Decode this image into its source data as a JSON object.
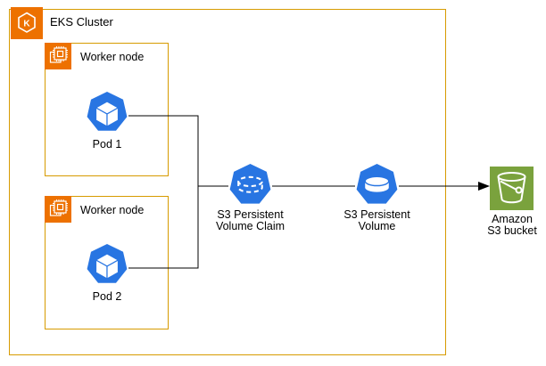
{
  "diagram": {
    "type": "aws-architecture-diagram",
    "colors": {
      "group_border_orange": "#D79B00",
      "icon_orange": "#ED7100",
      "kubernetes_blue": "#2875E2",
      "s3_green": "#7AA23D",
      "connector_black": "#000000",
      "background": "#FFFFFF"
    },
    "nodes": {
      "eks_cluster": {
        "label": "EKS Cluster",
        "icon": "eks-hexagon-k-icon"
      },
      "worker_node_1": {
        "label": "Worker node",
        "icon": "cpu-chip-icon"
      },
      "worker_node_2": {
        "label": "Worker node",
        "icon": "cpu-chip-icon"
      },
      "pod_1": {
        "label": "Pod 1",
        "icon": "kubernetes-pod-cube-icon"
      },
      "pod_2": {
        "label": "Pod 2",
        "icon": "kubernetes-pod-cube-icon"
      },
      "pvc": {
        "lines": [
          "S3 Persistent",
          "Volume Claim"
        ],
        "icon": "kubernetes-pvc-dashed-cylinder-icon"
      },
      "pv": {
        "lines": [
          "S3 Persistent",
          "Volume"
        ],
        "icon": "kubernetes-pv-cylinder-icon"
      },
      "s3_bucket": {
        "lines": [
          "Amazon",
          "S3 bucket"
        ],
        "icon": "s3-bucket-icon"
      }
    },
    "edges": [
      {
        "from": "pod_1",
        "to": "pvc",
        "arrow": "none"
      },
      {
        "from": "pod_2",
        "to": "pvc",
        "arrow": "none"
      },
      {
        "from": "pvc",
        "to": "pv",
        "arrow": "none"
      },
      {
        "from": "pv",
        "to": "s3_bucket",
        "arrow": "end"
      }
    ]
  }
}
